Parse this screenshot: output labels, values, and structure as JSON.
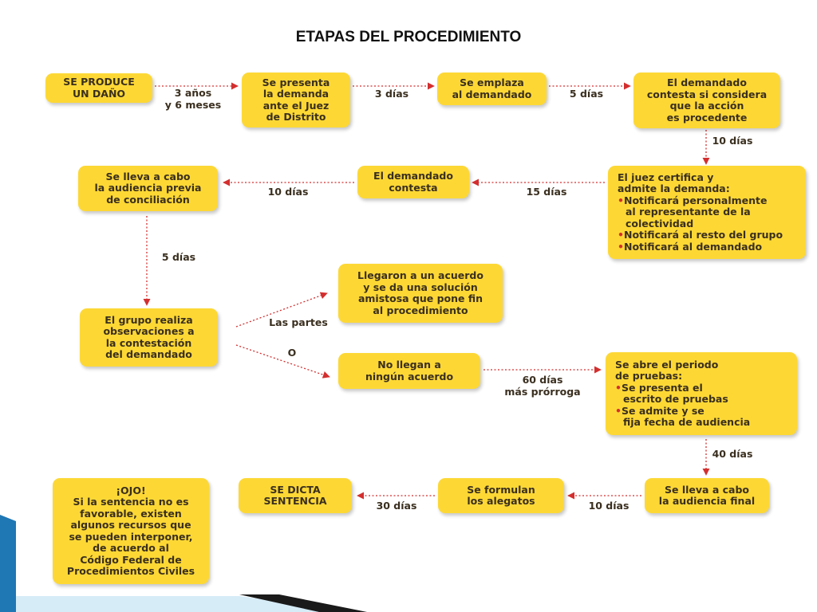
{
  "title": "ETAPAS DEL PROCEDIMIENTO",
  "colors": {
    "box": "#fdd835",
    "arrow": "#d32f2f",
    "text": "#3a2f1f",
    "bar_dark": "#1a1a1a",
    "bar_blue": "#1f77b4"
  },
  "boxes": {
    "dano": [
      "SE PRODUCE",
      "UN DAÑO"
    ],
    "presenta": [
      "Se presenta",
      "la demanda",
      "ante el Juez",
      "de Distrito"
    ],
    "emplaza": [
      "Se emplaza",
      "al demandado"
    ],
    "procedente": [
      "El demandado",
      "contesta si considera",
      "que la acción",
      "es procedente"
    ],
    "juez": {
      "intro": [
        "El juez certifica y",
        "admite la demanda:"
      ],
      "bullets": [
        [
          "Notificará personalmente",
          "al representante de la",
          "colectividad"
        ],
        [
          "Notificará al resto del grupo"
        ],
        [
          "Notificará al demandado"
        ]
      ]
    },
    "contesta": [
      "El demandado",
      "contesta"
    ],
    "audiencia_previa": [
      "Se lleva a cabo",
      "la audiencia previa",
      "de conciliación"
    ],
    "grupo": [
      "El grupo realiza",
      "observaciones a",
      "la contestación",
      "del demandado"
    ],
    "acuerdo": [
      "Llegaron a un acuerdo",
      "y se da una solución",
      "amistosa que pone fin",
      "al procedimiento"
    ],
    "no_acuerdo": [
      "No llegan a",
      "ningún acuerdo"
    ],
    "pruebas": {
      "intro": [
        "Se abre el periodo",
        "de pruebas:"
      ],
      "bullets": [
        [
          "Se presenta el",
          "escrito de pruebas"
        ],
        [
          "Se admite y se",
          "fija fecha de audiencia"
        ]
      ]
    },
    "audiencia_final": [
      "Se lleva a cabo",
      "la audiencia final"
    ],
    "alegatos": [
      "Se formulan",
      "los alegatos"
    ],
    "sentencia": [
      "SE DICTA",
      "SENTENCIA"
    ],
    "ojo": [
      "¡OJO!",
      "Si la sentencia no es",
      "favorable, existen",
      "algunos recursos que",
      "se pueden interponer,",
      "de acuerdo al",
      "Código Federal de",
      "Procedimientos Civiles"
    ]
  },
  "labels": {
    "l1": [
      "3 años",
      "y 6 meses"
    ],
    "l2": [
      "3 días"
    ],
    "l3": [
      "5 días"
    ],
    "l4": [
      "10 días"
    ],
    "l5": [
      "15 días"
    ],
    "l6": [
      "10 días"
    ],
    "l7": [
      "5 días"
    ],
    "l8": [
      "Las partes"
    ],
    "l9": [
      "O"
    ],
    "l10": [
      "60 días",
      "más prórroga"
    ],
    "l11": [
      "40 días"
    ],
    "l12": [
      "10 días"
    ],
    "l13": [
      "30 días"
    ]
  }
}
